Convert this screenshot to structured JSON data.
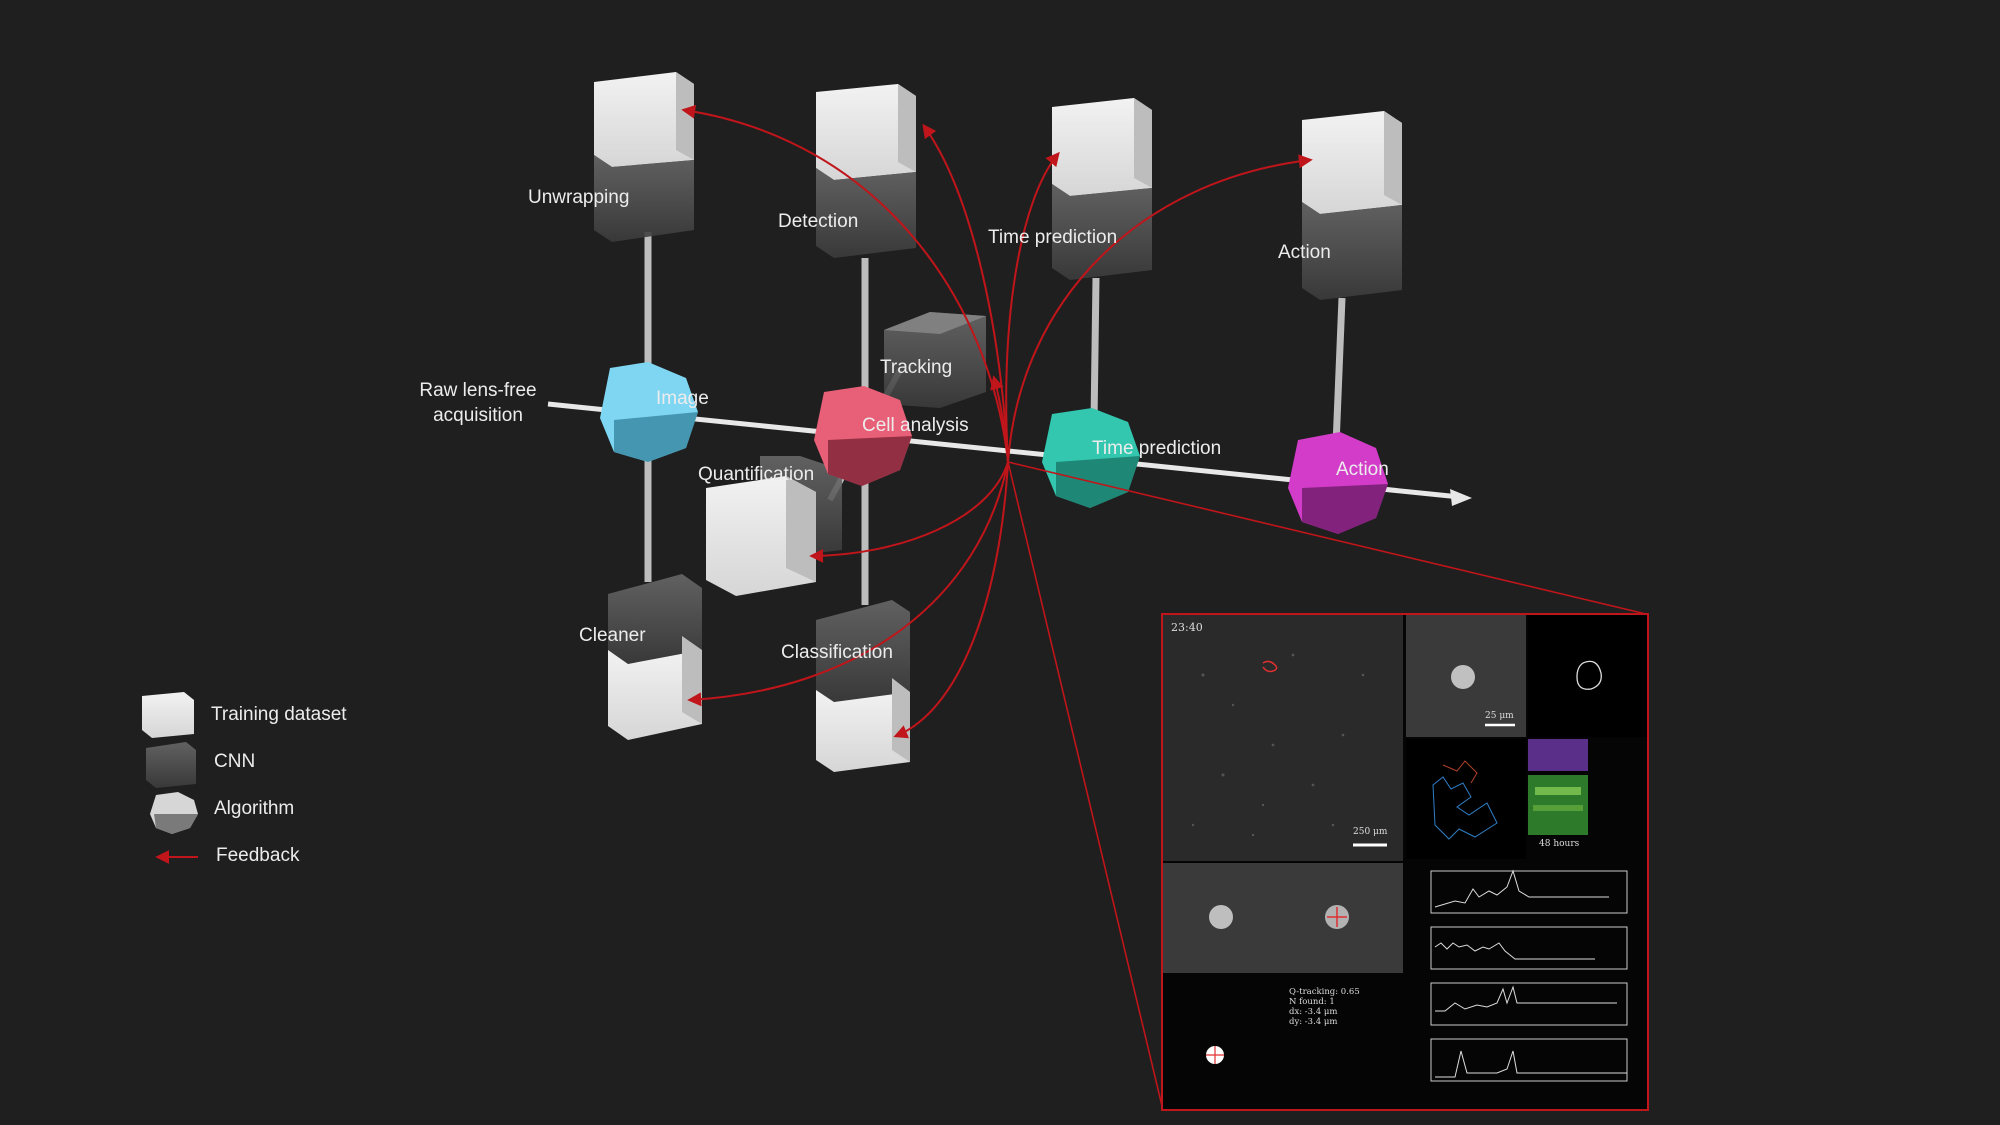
{
  "nodes": {
    "input_label": "Raw lens-free\nacquisition",
    "image": "Image",
    "cell_analysis": "Cell analysis",
    "time_prediction": "Time prediction",
    "action": "Action"
  },
  "cnn_labels": {
    "unwrapping": "Unwrapping",
    "detection": "Detection",
    "time_prediction": "Time prediction",
    "action": "Action",
    "tracking": "Tracking",
    "quantification": "Quantification",
    "cleaner": "Cleaner",
    "classification": "Classification"
  },
  "legend": {
    "training_dataset": "Training dataset",
    "cnn": "CNN",
    "algorithm": "Algorithm",
    "feedback": "Feedback"
  },
  "inset": {
    "timestamp": "23:40",
    "scale_large": "250 μm",
    "scale_small": "25 μm",
    "duration": "48 hours",
    "stats": [
      "Q-tracking: 0.65",
      "N found: 1",
      "dx: -3.4 μm",
      "dy: -3.4 μm"
    ]
  },
  "colors": {
    "image_node": "#7fd6f2",
    "cell_analysis_node": "#e85f78",
    "time_prediction_node": "#33c7b0",
    "action_node": "#d23cc8",
    "feedback_arrow": "#c0151a",
    "background": "#1f1f1f"
  }
}
